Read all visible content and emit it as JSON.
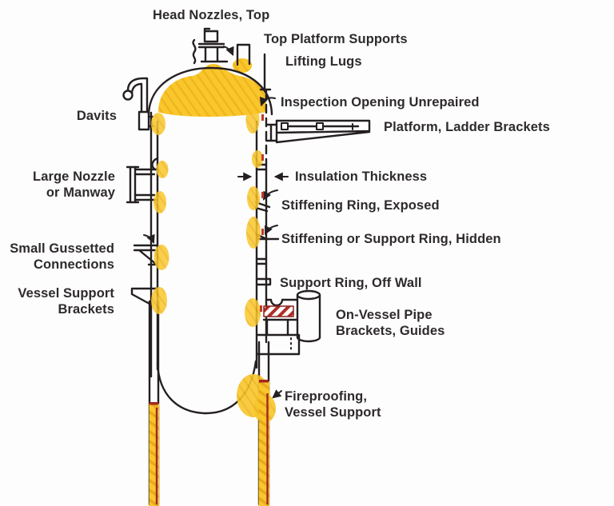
{
  "labels": {
    "head_nozzles_top": "Head Nozzles, Top",
    "top_platform_supports": "Top Platform Supports",
    "lifting_lugs": "Lifting Lugs",
    "inspection_opening_unrepaired": "Inspection Opening Unrepaired",
    "platform_ladder_brackets": "Platform, Ladder Brackets",
    "davits": "Davits",
    "insulation_thickness": "Insulation Thickness",
    "large_nozzle_or_manway": "Large Nozzle\nor Manway",
    "stiffening_ring_exposed": "Stiffening Ring, Exposed",
    "stiffening_or_support_ring_hidden": "Stiffening or Support Ring, Hidden",
    "small_gussetted_connections": "Small Gussetted\nConnections",
    "support_ring_off_wall": "Support Ring, Off Wall",
    "vessel_support_brackets": "Vessel Support\nBrackets",
    "on_vessel_pipe_brackets_guides": "On-Vessel Pipe\nBrackets, Guides",
    "fireproofing_vessel_support": "Fireproofing,\nVessel Support"
  },
  "colors": {
    "highlight_yellow": "#F9C72B",
    "highlight_yellow_hatch": "#EFB51F",
    "leg_hatch_dark": "#E8A91C",
    "ink_line": "#241F21",
    "accent_red": "#B02E25",
    "leg_red_stripe": "#A4281F",
    "text": "#2E2A2B",
    "background": "#FDFDFD"
  }
}
